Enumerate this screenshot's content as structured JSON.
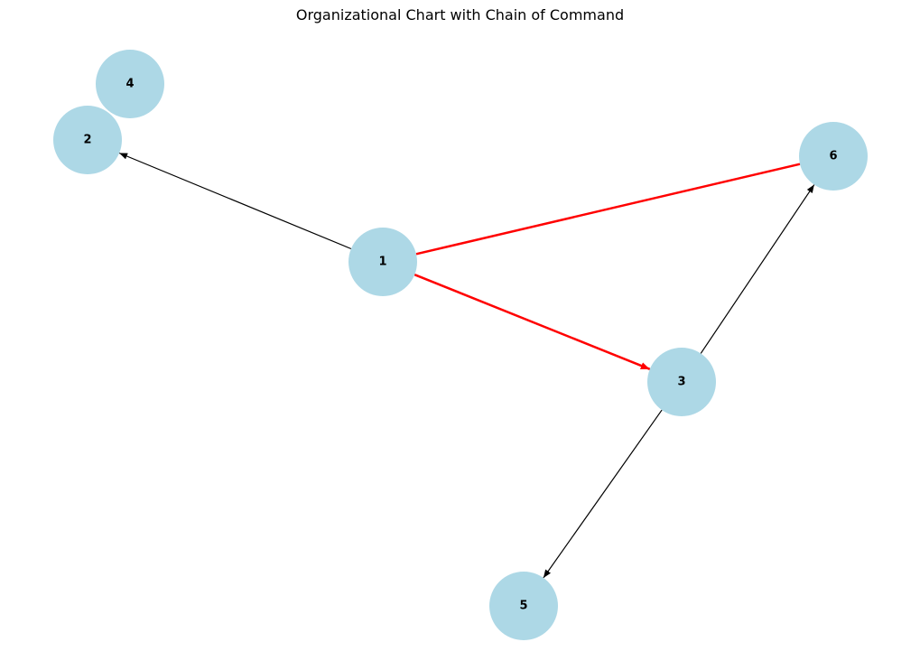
{
  "title": "Organizational Chart with Chain of Command",
  "colors": {
    "node_fill": "#add8e6",
    "edge_default": "#000000",
    "edge_highlight": "#ff0000",
    "background": "#ffffff"
  },
  "nodes": [
    {
      "id": "1",
      "label": "1"
    },
    {
      "id": "2",
      "label": "2"
    },
    {
      "id": "3",
      "label": "3"
    },
    {
      "id": "4",
      "label": "4"
    },
    {
      "id": "5",
      "label": "5"
    },
    {
      "id": "6",
      "label": "6"
    }
  ],
  "edges": [
    {
      "from": "1",
      "to": "2",
      "highlighted": false,
      "arrow": true
    },
    {
      "from": "1",
      "to": "3",
      "highlighted": true,
      "arrow": true
    },
    {
      "from": "1",
      "to": "6",
      "highlighted": true,
      "arrow": false
    },
    {
      "from": "3",
      "to": "6",
      "highlighted": false,
      "arrow": true
    },
    {
      "from": "3",
      "to": "5",
      "highlighted": false,
      "arrow": true
    }
  ]
}
